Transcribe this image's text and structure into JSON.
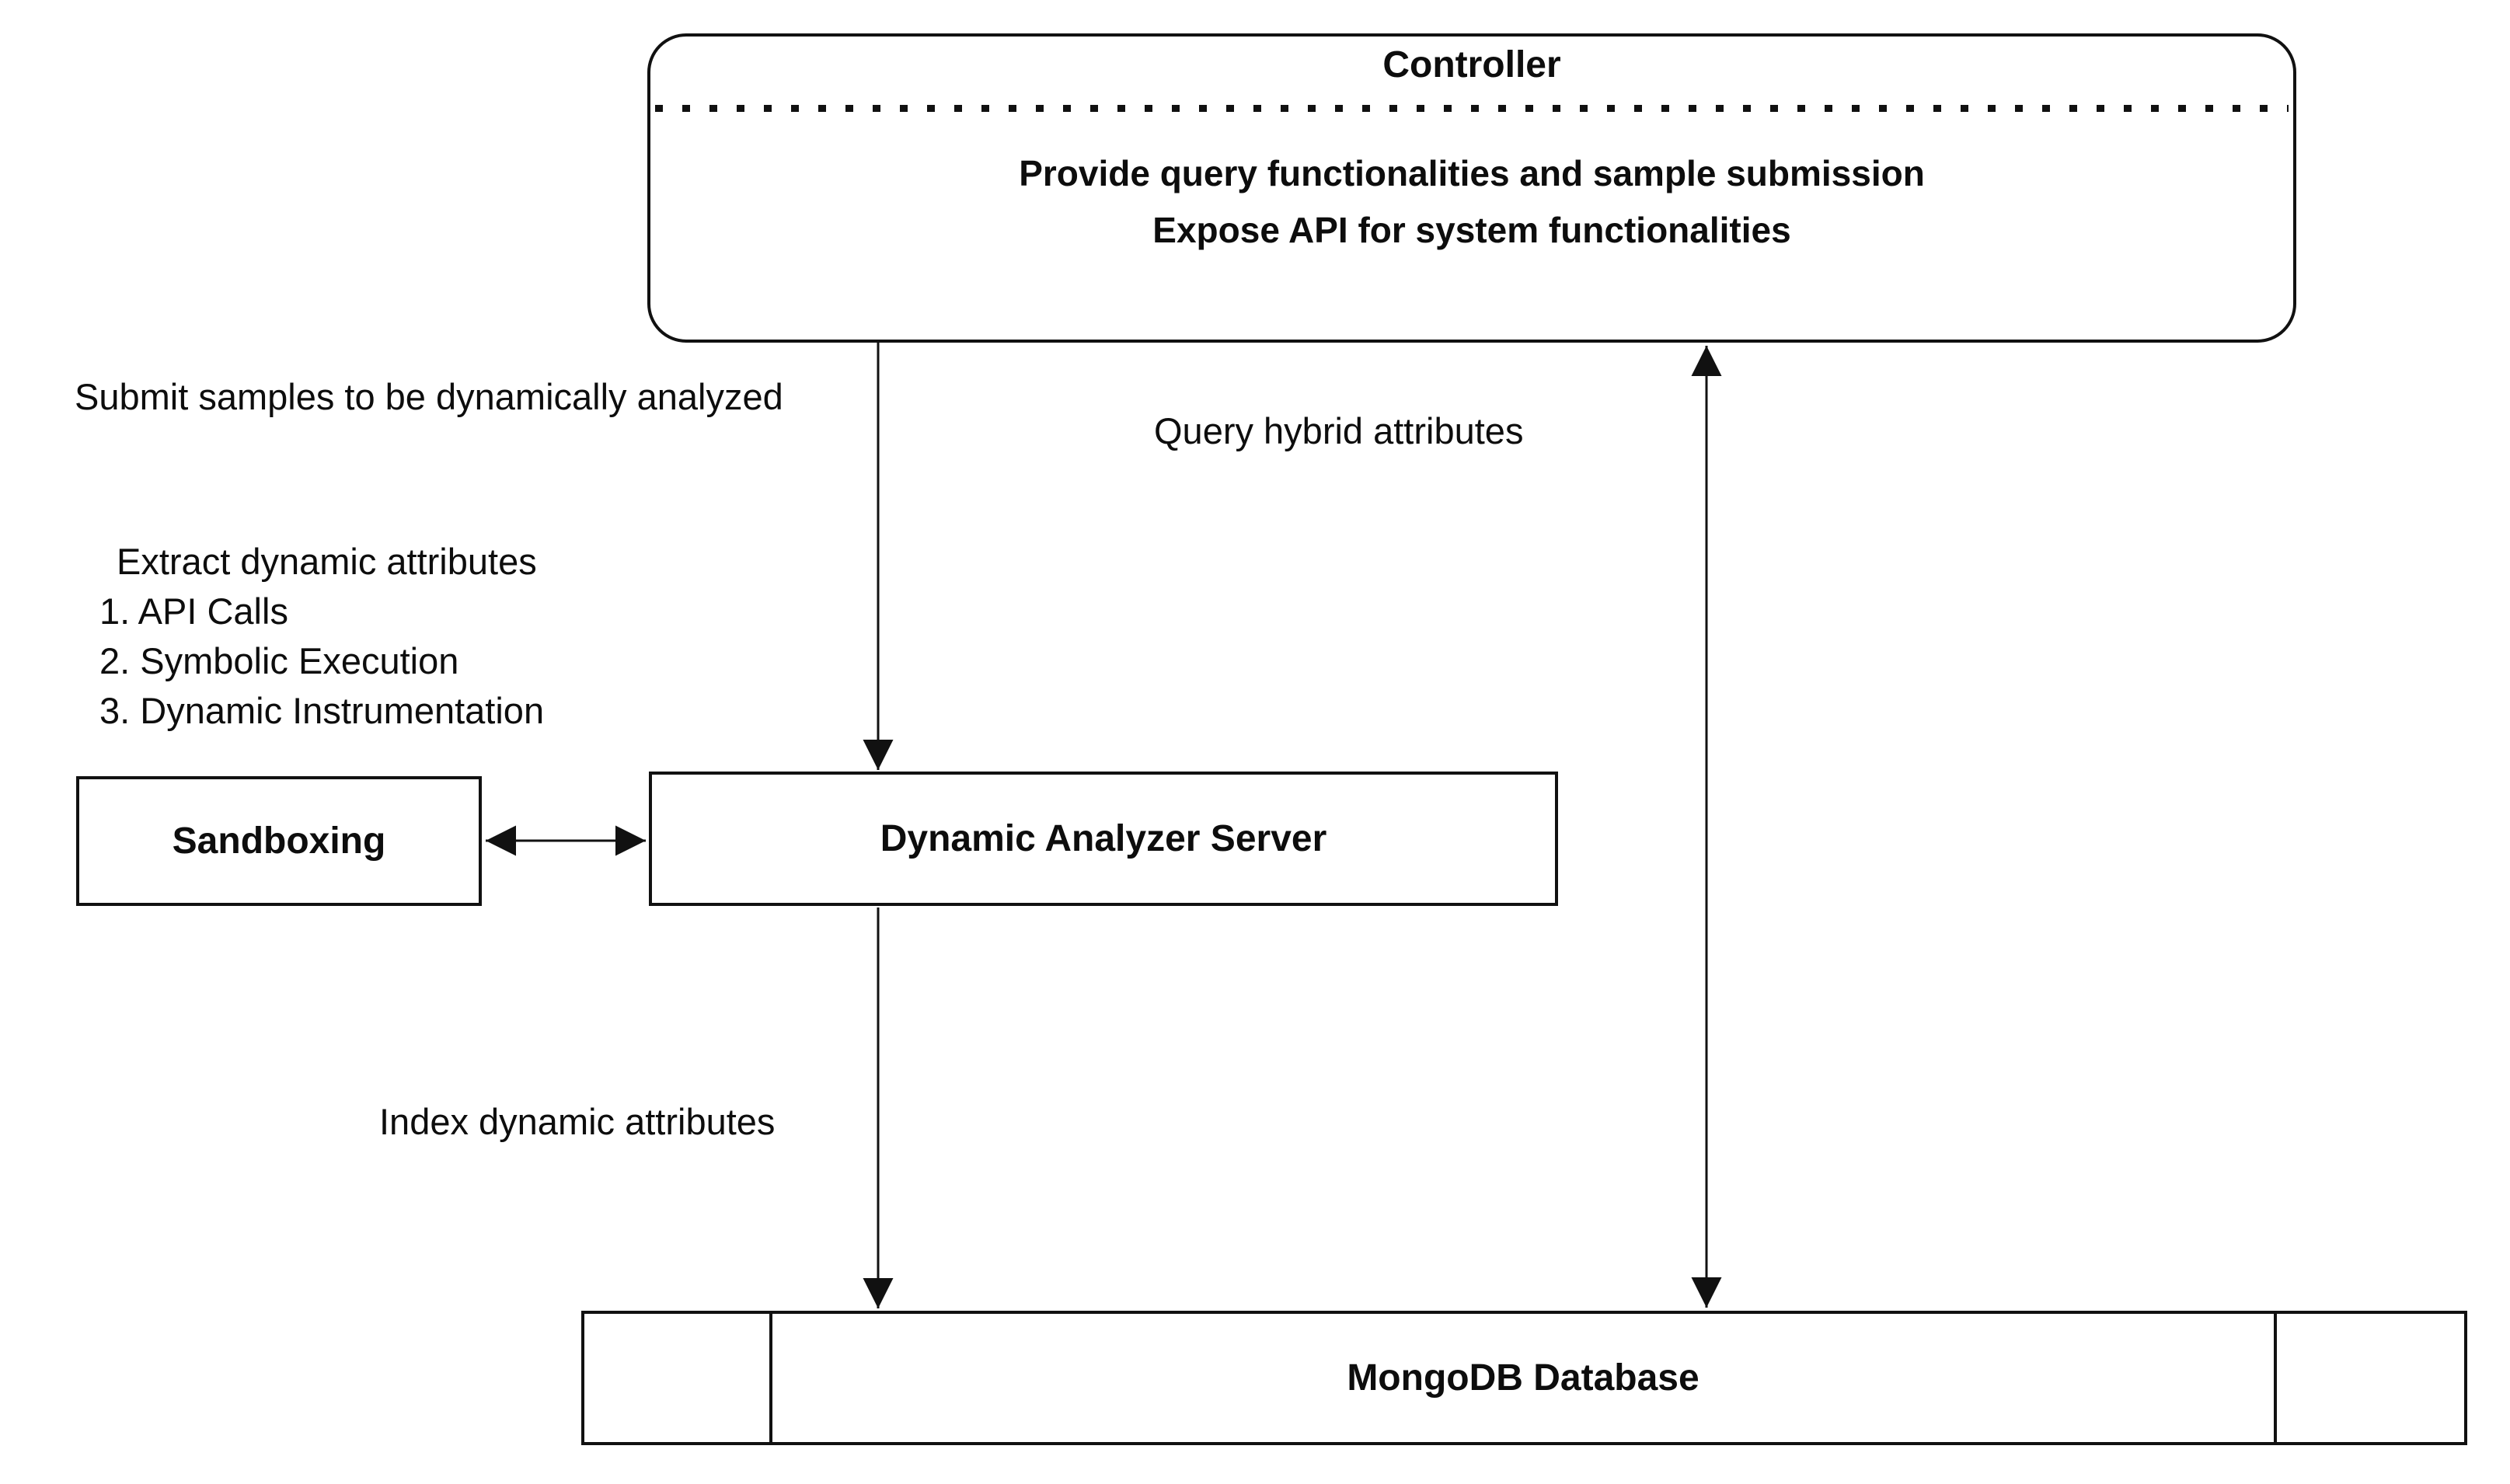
{
  "controller": {
    "title": "Controller",
    "line1": "Provide query functionalities and sample submission",
    "line2": "Expose API for system functionalities"
  },
  "boxes": {
    "sandboxing": "Sandboxing",
    "analyzer": "Dynamic Analyzer Server",
    "mongodb": "MongoDB Database"
  },
  "labels": {
    "submit": "Submit samples to be dynamically analyzed",
    "query": "Query hybrid attributes",
    "index": "Index dynamic attributes",
    "extract": {
      "title": "Extract dynamic attributes",
      "items": [
        "1. API Calls",
        "2. Symbolic Execution",
        "3. Dynamic Instrumentation"
      ]
    }
  },
  "colors": {
    "line": "#111111",
    "background": "#ffffff"
  }
}
